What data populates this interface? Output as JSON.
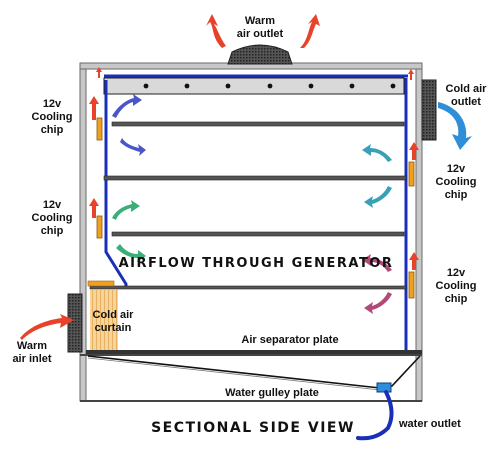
{
  "labels": {
    "warm_air_outlet": [
      "Warm",
      "air outlet"
    ],
    "cold_air_outlet": [
      "Cold air",
      "outlet"
    ],
    "cooling_chip_left_top": [
      "12v",
      "Cooling",
      "chip"
    ],
    "cooling_chip_left_mid": [
      "12v",
      "Cooling",
      "chip"
    ],
    "cooling_chip_right_top": [
      "12v",
      "Cooling",
      "chip"
    ],
    "cooling_chip_right_bottom": [
      "12v",
      "Cooling",
      "chip"
    ],
    "airflow_title": "AIRFLOW THROUGH GENERATOR",
    "cold_air_curtain": [
      "Cold air",
      "curtain"
    ],
    "warm_air_inlet": [
      "Warm",
      "air inlet"
    ],
    "air_separator_plate": "Air separator plate",
    "water_gulley_plate": "Water gulley plate",
    "water_outlet": "water outlet",
    "sectional_side_view": "SECTIONAL SIDE VIEW"
  },
  "colors": {
    "frame_blue": "#1a2fb8",
    "warm_red": "#e8432a",
    "cold_blue": "#2e8fd8",
    "chip_orange": "#f0a020",
    "housing_grey": "#8a8a8a",
    "arrow_purple": "#4a56c8",
    "arrow_green": "#3cae7a",
    "arrow_teal": "#3aa0b8",
    "arrow_pink": "#b04a78"
  },
  "icons": [
    "fan-vent-icon",
    "cooling-chip-icon",
    "water-drain-fitting-icon",
    "airflow-arrow-icon"
  ]
}
